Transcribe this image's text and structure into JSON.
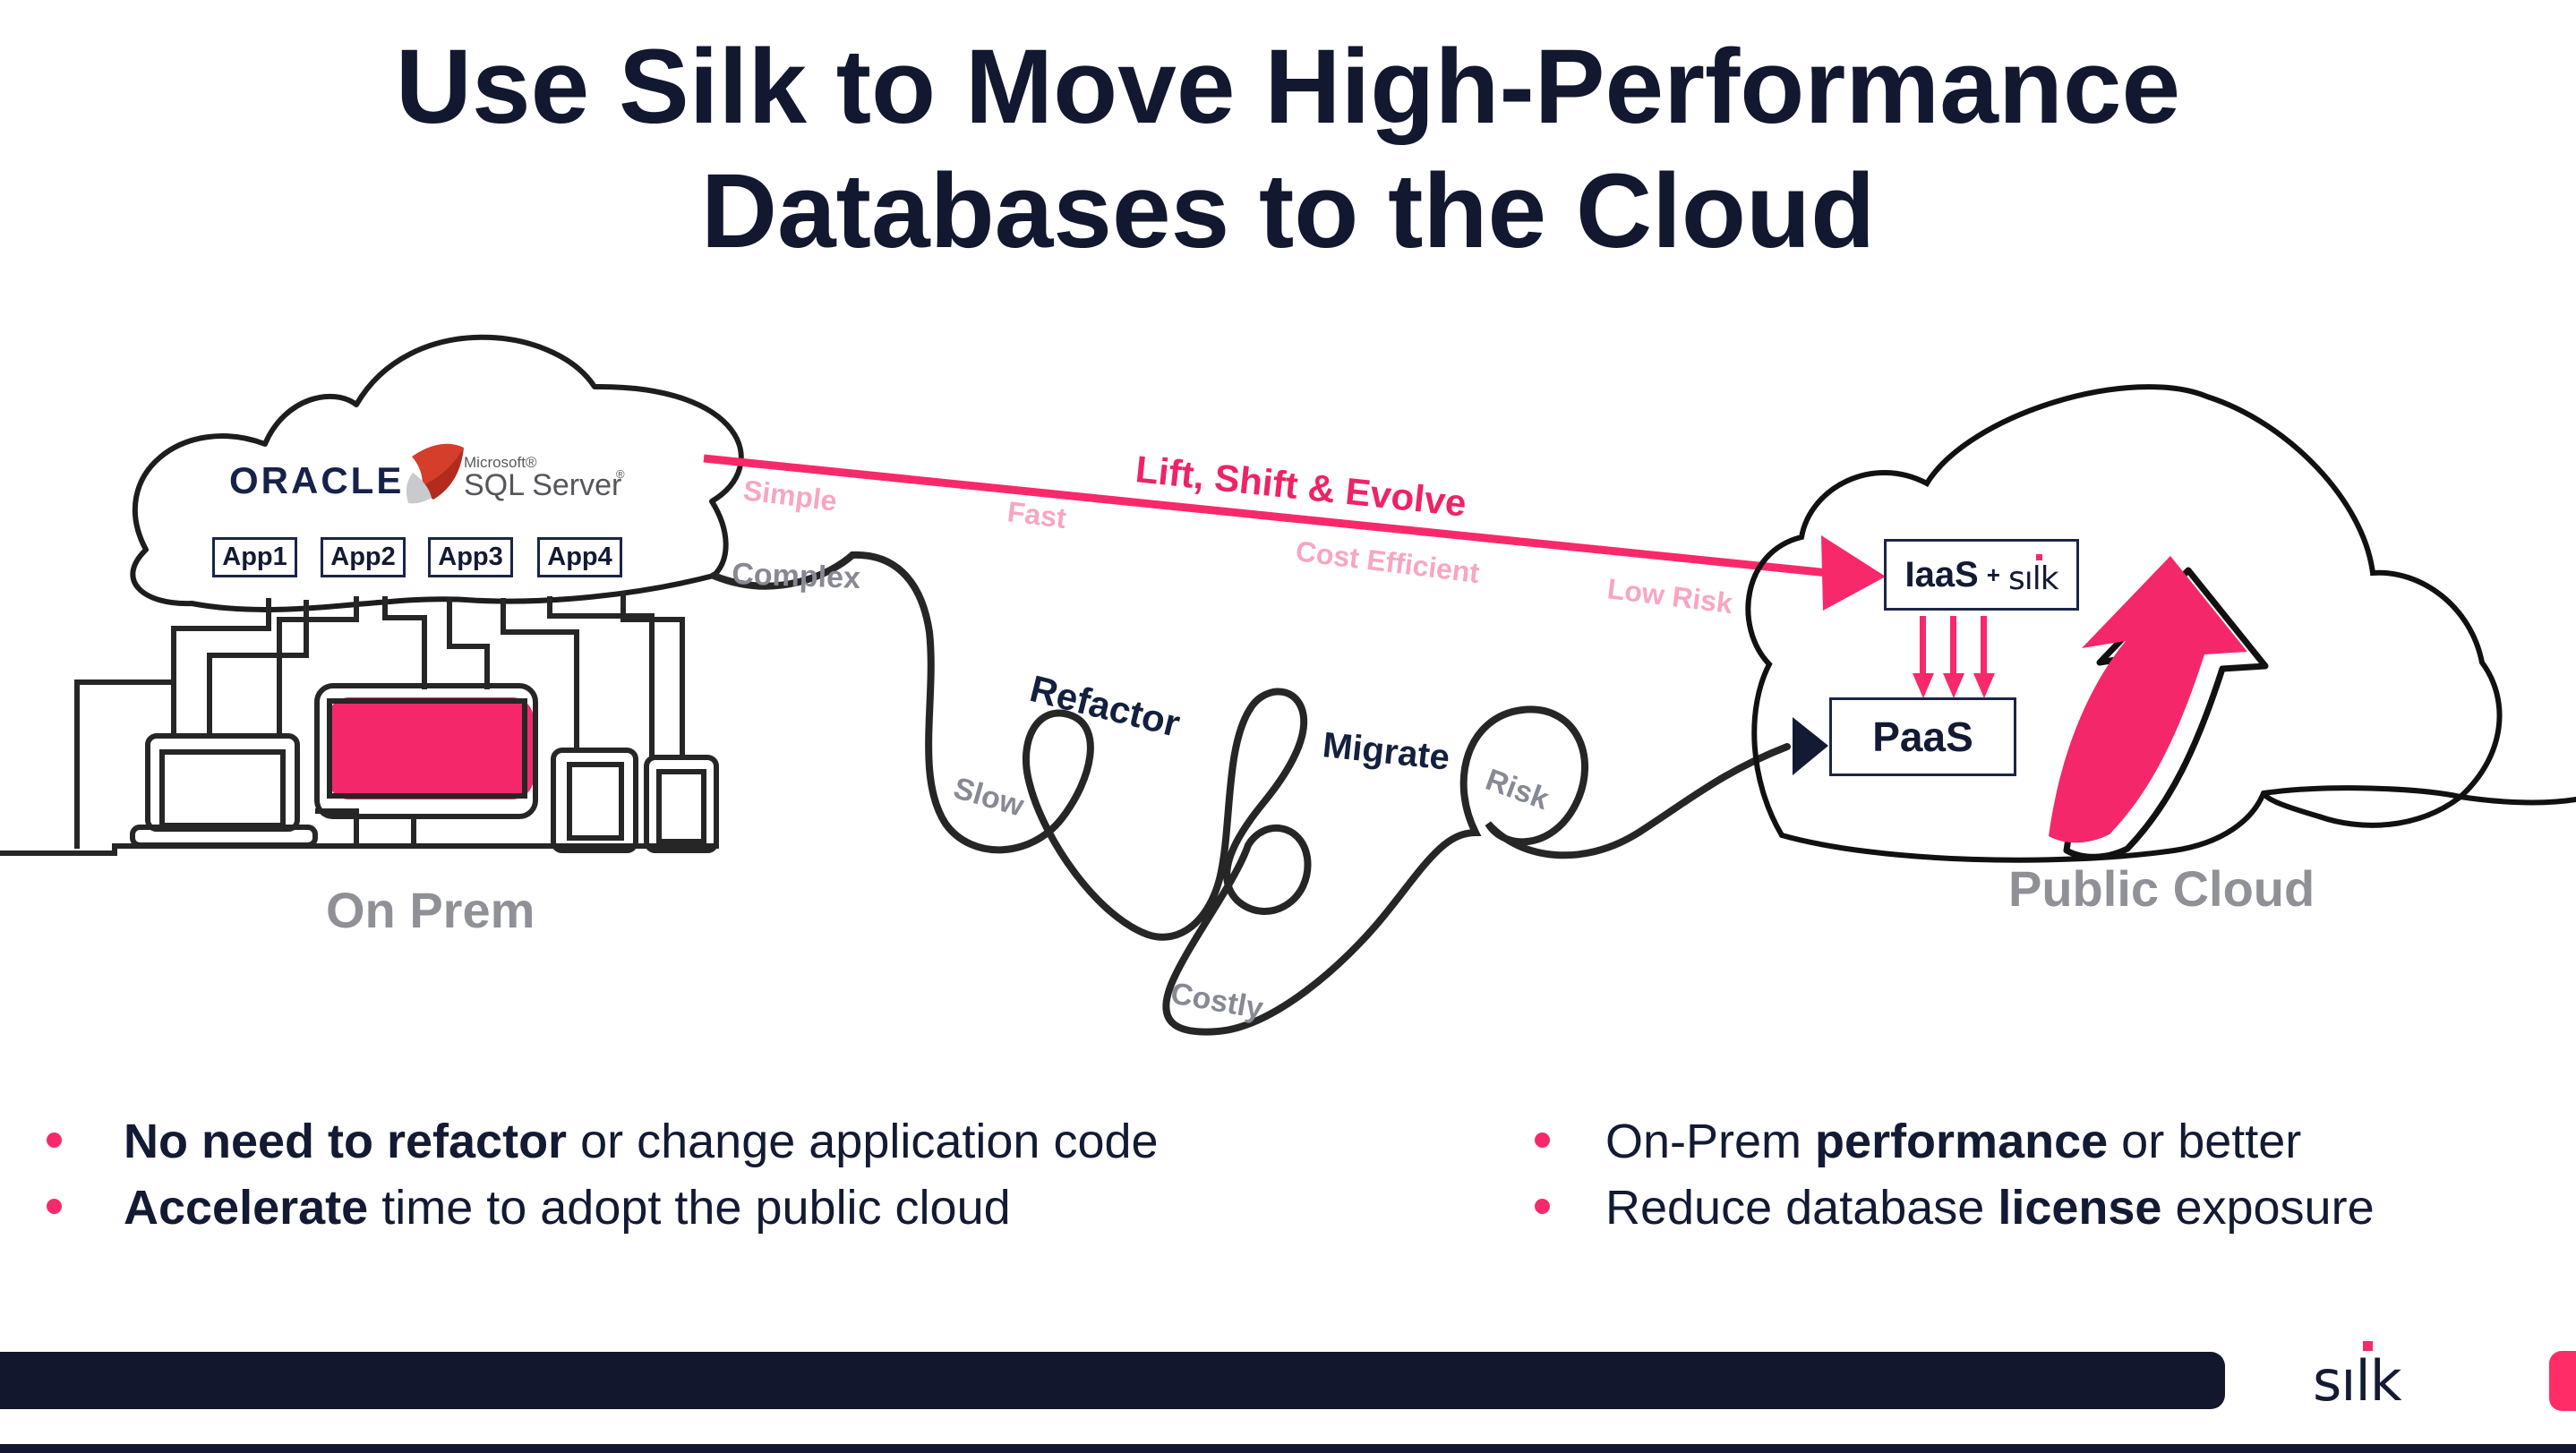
{
  "title": {
    "line1": "Use Silk to Move High-Performance",
    "line2": "Databases to the Cloud"
  },
  "on_prem": {
    "label": "On Prem",
    "oracle_logo": "ORACLE",
    "microsoft": "Microsoft®",
    "sql_server": "SQL Server",
    "sql_mark": "®",
    "apps": [
      "App1",
      "App2",
      "App3",
      "App4"
    ]
  },
  "silk_path": {
    "label": "Lift, Shift & Evolve",
    "qualities": [
      "Simple",
      "Fast",
      "Cost Efficient",
      "Low Risk"
    ]
  },
  "tangle_path": {
    "steps": [
      "Refactor",
      "Migrate"
    ],
    "qualities": [
      "Complex",
      "Slow",
      "Costly",
      "Risk"
    ]
  },
  "public_cloud": {
    "label": "Public Cloud",
    "iaas": "IaaS",
    "plus": "+",
    "paas": "PaaS"
  },
  "silk_logo": {
    "glyphs": "sılk"
  },
  "bullets": {
    "left": [
      {
        "pre": "",
        "bold": "No need to refactor",
        "post": " or change application code"
      },
      {
        "pre": "",
        "bold": "Accelerate",
        "post": " time to adopt the public cloud"
      }
    ],
    "right": [
      {
        "pre": "On-Prem ",
        "bold": "performance",
        "post": " or better"
      },
      {
        "pre": "Reduce database ",
        "bold": "license",
        "post": " exposure"
      }
    ]
  },
  "colors": {
    "accent_pink": "#F8296B",
    "pale_pink": "#F7A6C1",
    "navy": "#131A33",
    "gray_label": "#8F9197",
    "footer_bar": "#12172E"
  }
}
